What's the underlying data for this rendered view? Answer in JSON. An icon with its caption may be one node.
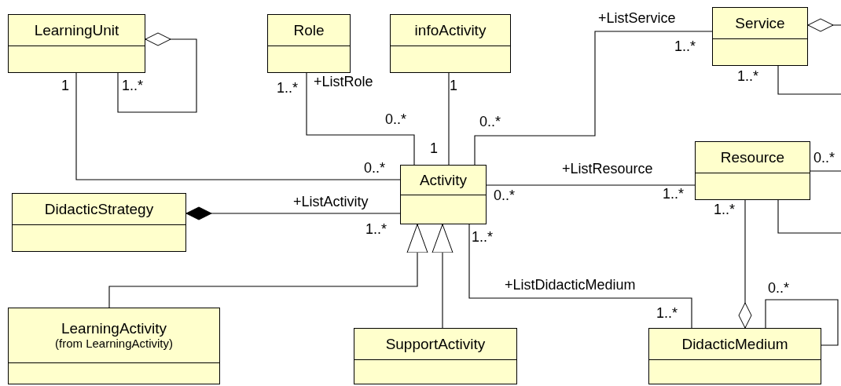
{
  "diagram": {
    "nodes": [
      {
        "text": [
          "LearningUnit"
        ]
      },
      {
        "text": [
          "Role"
        ]
      },
      {
        "text": [
          "infoActivity"
        ]
      },
      {
        "text": [
          "Service"
        ]
      },
      {
        "text": [
          "Activity"
        ]
      },
      {
        "text": [
          "Resource"
        ]
      },
      {
        "text": [
          "DidacticStrategy"
        ]
      },
      {
        "text": [
          "LearningActivity",
          "(from LearningActivity)"
        ]
      },
      {
        "text": [
          "SupportActivity"
        ]
      },
      {
        "text": [
          "DidacticMedium"
        ]
      }
    ],
    "edges": [
      {
        "from": 0,
        "to": 0,
        "arrow": "other"
      },
      {
        "from": 0,
        "to": 4,
        "arrow": "none"
      },
      {
        "from": 1,
        "to": 4,
        "label": "+ListRole",
        "arrow": "none"
      },
      {
        "from": 2,
        "to": 4,
        "arrow": "none"
      },
      {
        "from": 4,
        "to": 3,
        "label": "+ListService",
        "arrow": "none"
      },
      {
        "from": 4,
        "to": 5,
        "label": "+ListResource",
        "arrow": "none"
      },
      {
        "from": 6,
        "to": 4,
        "label": "+ListActivity",
        "arrow": "other"
      },
      {
        "from": 7,
        "to": 4,
        "arrow": "to"
      },
      {
        "from": 8,
        "to": 4,
        "arrow": "to"
      },
      {
        "from": 4,
        "to": 9,
        "label": "+ListDidacticMedium",
        "arrow": "none"
      },
      {
        "from": 9,
        "to": 5,
        "arrow": "other"
      },
      {
        "from": 9,
        "to": 9,
        "arrow": "none"
      },
      {
        "from": 3,
        "to": null,
        "arrow": "other"
      },
      {
        "from": 3,
        "to": null,
        "arrow": "none"
      },
      {
        "from": 5,
        "to": null,
        "arrow": "none"
      },
      {
        "from": 5,
        "to": null,
        "arrow": "none"
      }
    ],
    "labels": [
      "1..*",
      "1",
      "1..*",
      "1..*",
      "1",
      "1..*",
      "0..*",
      "0..*",
      "1",
      "0..*",
      "0..*",
      "0..*",
      "1..*",
      "1..*",
      "1..*",
      "1..*",
      "0..*",
      "1..*"
    ]
  }
}
